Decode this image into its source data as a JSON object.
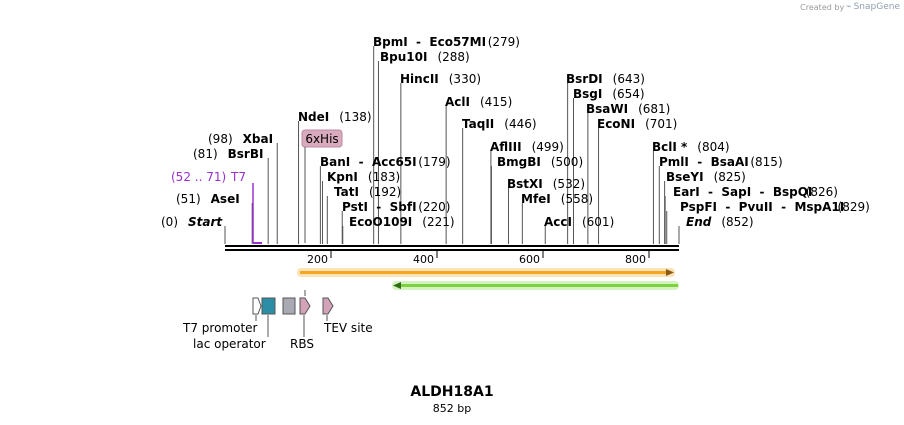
{
  "watermark": {
    "created_by": "Created by",
    "brand": "SnapGene"
  },
  "title": "ALDH18A1",
  "length_label": "852 bp",
  "seq_length": 852,
  "enzymes": [
    {
      "name": "Start",
      "pos": "(0)",
      "site": 0,
      "italic": true,
      "pos_first": true
    },
    {
      "name": "AseI",
      "pos": "(51)",
      "site": 51,
      "pos_first": true
    },
    {
      "name": "BsrBI",
      "pos": "(81)",
      "site": 81,
      "pos_first": true
    },
    {
      "name": "XbaI",
      "pos": "(98)",
      "site": 98,
      "pos_first": true
    },
    {
      "name": "NdeI",
      "pos": "(138)",
      "site": 138
    },
    {
      "name": "BanI  -  Acc65I",
      "pos": "(179)",
      "site": 179
    },
    {
      "name": "KpnI",
      "pos": "(183)",
      "site": 183
    },
    {
      "name": "TatI",
      "pos": "(192)",
      "site": 192
    },
    {
      "name": "PstI  -  SbfI",
      "pos": "(220)",
      "site": 220
    },
    {
      "name": "EcoO109I",
      "pos": "(221)",
      "site": 221
    },
    {
      "name": "BpmI  -  Eco57MI",
      "pos": "(279)",
      "site": 279
    },
    {
      "name": "Bpu10I",
      "pos": "(288)",
      "site": 288
    },
    {
      "name": "HincII",
      "pos": "(330)",
      "site": 330
    },
    {
      "name": "AclI",
      "pos": "(415)",
      "site": 415
    },
    {
      "name": "TaqII",
      "pos": "(446)",
      "site": 446
    },
    {
      "name": "AflIII",
      "pos": "(499)",
      "site": 499
    },
    {
      "name": "BmgBI",
      "pos": "(500)",
      "site": 500
    },
    {
      "name": "BstXI",
      "pos": "(532)",
      "site": 532
    },
    {
      "name": "MfeI",
      "pos": "(558)",
      "site": 558
    },
    {
      "name": "AccI",
      "pos": "(601)",
      "site": 601
    },
    {
      "name": "BsrDI",
      "pos": "(643)",
      "site": 643
    },
    {
      "name": "BsgI",
      "pos": "(654)",
      "site": 654
    },
    {
      "name": "BsaWI",
      "pos": "(681)",
      "site": 681
    },
    {
      "name": "EcoNI",
      "pos": "(701)",
      "site": 701
    },
    {
      "name": "BclI *",
      "pos": "(804)",
      "site": 804
    },
    {
      "name": "PmlI  -  BsaAI",
      "pos": "(815)",
      "site": 815
    },
    {
      "name": "BseYI",
      "pos": "(825)",
      "site": 825
    },
    {
      "name": "EarI  -  SapI  -  BspQI",
      "pos": "(826)",
      "site": 826
    },
    {
      "name": "PspFI  -  PvuII  -  MspA1I",
      "pos": "(829)",
      "site": 829
    },
    {
      "name": "End",
      "pos": "(852)",
      "site": 852,
      "italic": true
    }
  ],
  "primer": {
    "name": "T7",
    "range": "(52 .. 71)",
    "color": "#9b30d0"
  },
  "tag_label": "6xHis",
  "axis_ticks": [
    "200",
    "400",
    "600",
    "800"
  ],
  "features": {
    "orange_color": "#f5a623",
    "green_color": "#7dd33f"
  },
  "feature_labels": {
    "t7_promoter": "T7 promoter",
    "lac_operator": "lac operator",
    "rbs": "RBS",
    "tev_site": "TEV site"
  }
}
